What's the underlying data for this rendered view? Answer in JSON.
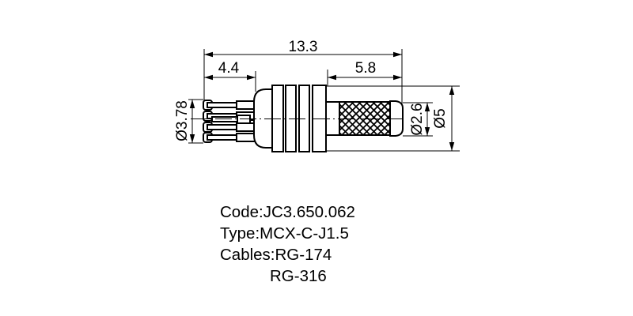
{
  "page": {
    "background_color": "#ffffff",
    "line_color": "#000000"
  },
  "drawing": {
    "dimensions": {
      "overall_length": "13.3",
      "front_section_length": "4.4",
      "rear_section_length": "5.8",
      "mating_end_diameter": "Ø3.78",
      "cable_end_diameter": "Ø2.6",
      "body_diameter": "Ø5"
    },
    "notes": {
      "code": "Code:JC3.650.062",
      "type": "Type:MCX-C-J1.5",
      "cables": "Cables:RG-174",
      "cables_2": "RG-316"
    }
  }
}
